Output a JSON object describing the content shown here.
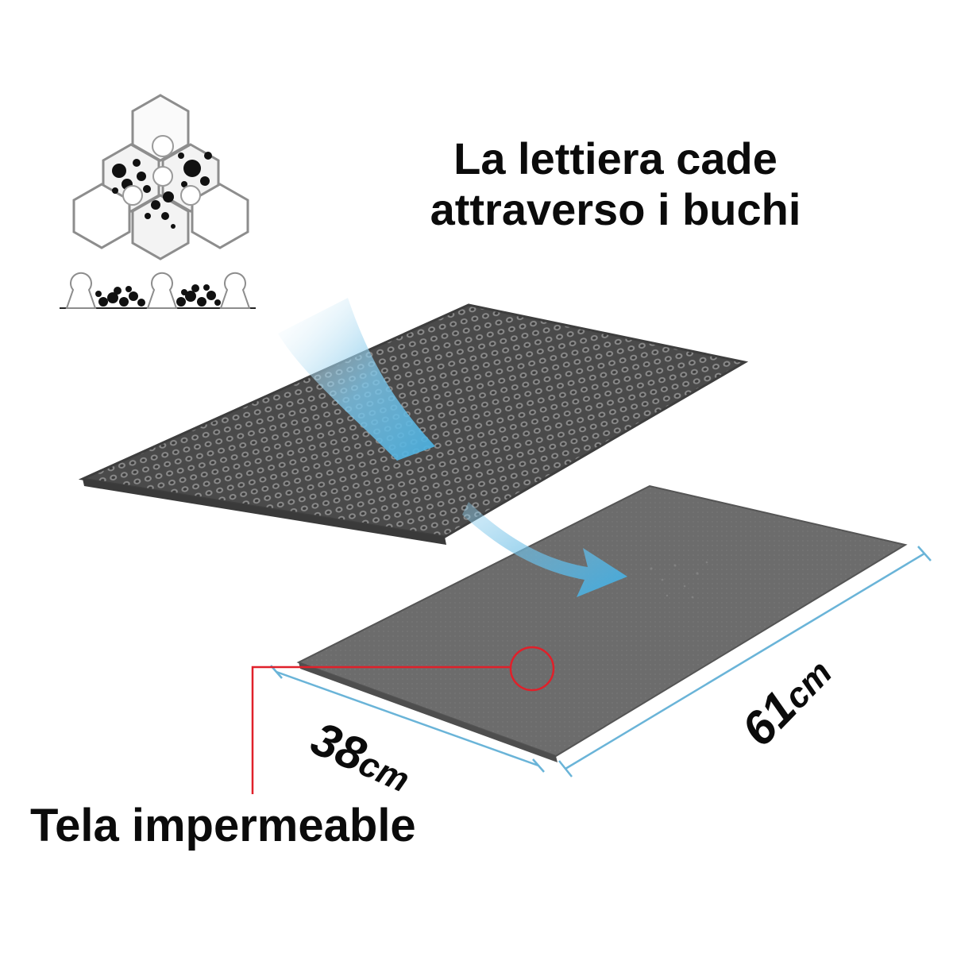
{
  "headline": {
    "line1": "La lettiera cade",
    "line2": "attraverso i buchi"
  },
  "callout": {
    "label": "Tela impermeable",
    "line_color": "#e0202a"
  },
  "dimensions": {
    "width": {
      "value": "38",
      "unit": "cm"
    },
    "length": {
      "value": "61",
      "unit": "cm"
    },
    "line_color": "#6ab4d8"
  },
  "colors": {
    "mat": "#5a5a5a",
    "base_sheet": "#6e6e6e",
    "arrow": "#4aaedc",
    "litter": "#111111"
  },
  "icons": {
    "honeycomb": "honeycomb-cells-icon",
    "cross_section": "litter-cross-section-icon"
  }
}
